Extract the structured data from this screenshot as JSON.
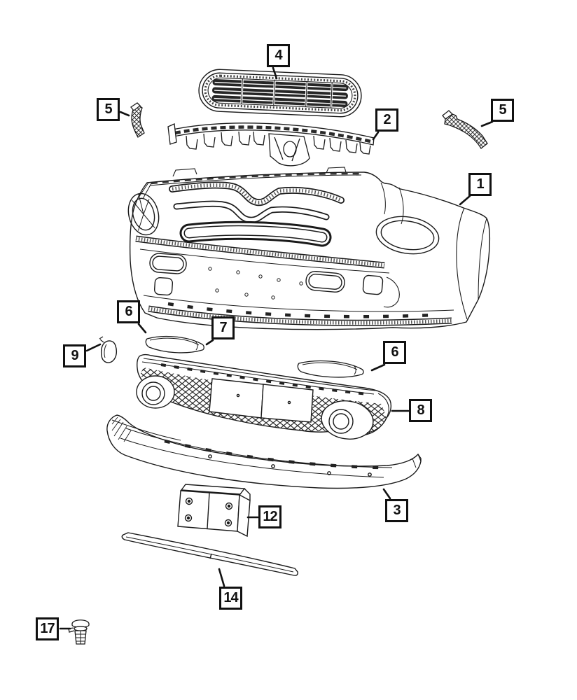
{
  "page": {
    "background_color": "#ffffff",
    "line_color": "#1a1a1a"
  },
  "diagram": {
    "callouts": [
      {
        "id": "callout-4",
        "label": "4"
      },
      {
        "id": "callout-5-left",
        "label": "5"
      },
      {
        "id": "callout-2",
        "label": "2"
      },
      {
        "id": "callout-5-right",
        "label": "5"
      },
      {
        "id": "callout-1",
        "label": "1"
      },
      {
        "id": "callout-6-left",
        "label": "6"
      },
      {
        "id": "callout-7",
        "label": "7"
      },
      {
        "id": "callout-9",
        "label": "9"
      },
      {
        "id": "callout-6-right",
        "label": "6"
      },
      {
        "id": "callout-8",
        "label": "8"
      },
      {
        "id": "callout-3",
        "label": "3"
      },
      {
        "id": "callout-12",
        "label": "12"
      },
      {
        "id": "callout-14",
        "label": "14"
      },
      {
        "id": "callout-17",
        "label": "17"
      }
    ]
  }
}
